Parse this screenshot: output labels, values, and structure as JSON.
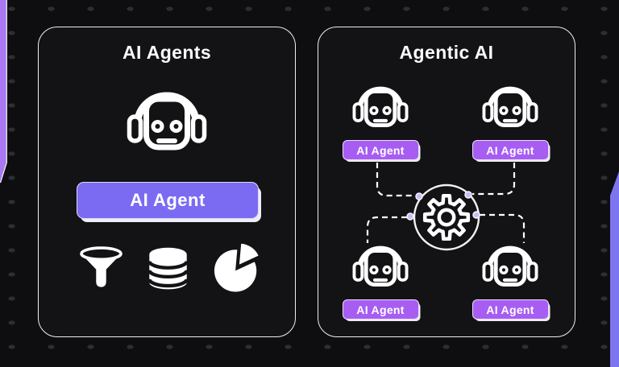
{
  "diagram": {
    "left_panel": {
      "title": "AI Agents",
      "robot_icon": "robot-headset-icon",
      "agent_button": {
        "label": "AI Agent"
      },
      "tool_icons": [
        {
          "name": "funnel-icon"
        },
        {
          "name": "database-icon"
        },
        {
          "name": "pie-chart-icon"
        }
      ]
    },
    "right_panel": {
      "title": "Agentic AI",
      "center_icon": "gear-icon",
      "agents": [
        {
          "label": "AI Agent"
        },
        {
          "label": "AI Agent"
        },
        {
          "label": "AI Agent"
        },
        {
          "label": "AI Agent"
        }
      ]
    },
    "colors": {
      "background": "#0e0e11",
      "panel_background": "#131316",
      "panel_border": "#eeeef2",
      "primary_button": "#7b6bf2",
      "agent_chip": "#a75df2",
      "left_accent": "#a978f2",
      "right_accent": "#7d75f0",
      "connector": "#ffffff"
    }
  }
}
